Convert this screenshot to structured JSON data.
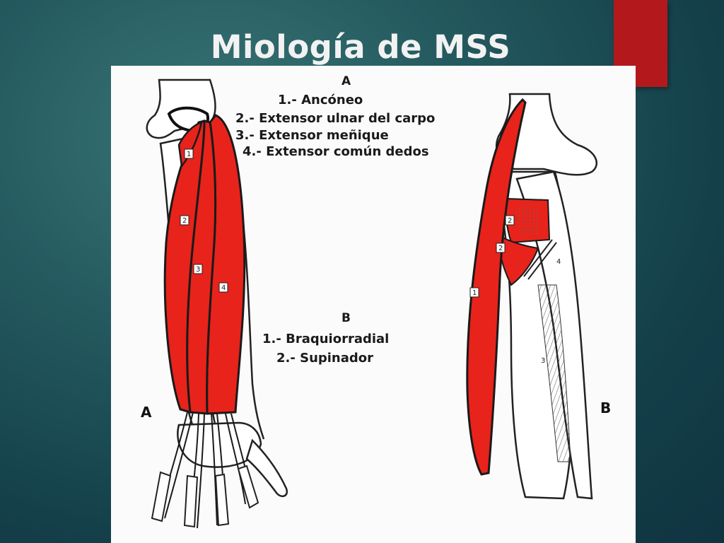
{
  "slide": {
    "title": "Miología de MSS",
    "accent_color": "#b3191c"
  },
  "figure": {
    "muscle_color": "#e8231b",
    "legend_a": {
      "heading": "A",
      "items": [
        "1.- Ancóneo",
        "2.- Extensor ulnar del carpo",
        "3.- Extensor meñique",
        "4.- Extensor común dedos"
      ]
    },
    "legend_b": {
      "heading": "B",
      "items": [
        "1.- Braquiorradial",
        "2.- Supinador"
      ]
    },
    "panel_a_label": "A",
    "panel_b_label": "B",
    "arm_a_tags": [
      "1",
      "2",
      "3",
      "4"
    ],
    "arm_b_tags": [
      "2",
      "2",
      "1",
      "3",
      "4"
    ]
  }
}
